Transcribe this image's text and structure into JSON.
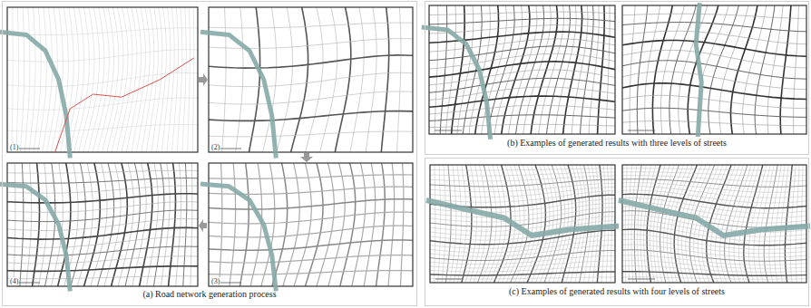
{
  "diagram": {
    "nodes": [
      {
        "text": [
          "(a) Road network generation process"
        ]
      },
      {
        "text": [
          "(b) Examples of generated results with three levels of streets"
        ]
      },
      {
        "text": [
          "(c) Examples of generated results with four levels of streets"
        ]
      }
    ],
    "labels": [
      "(1)",
      "(2)",
      "(3)",
      "(4)"
    ]
  }
}
